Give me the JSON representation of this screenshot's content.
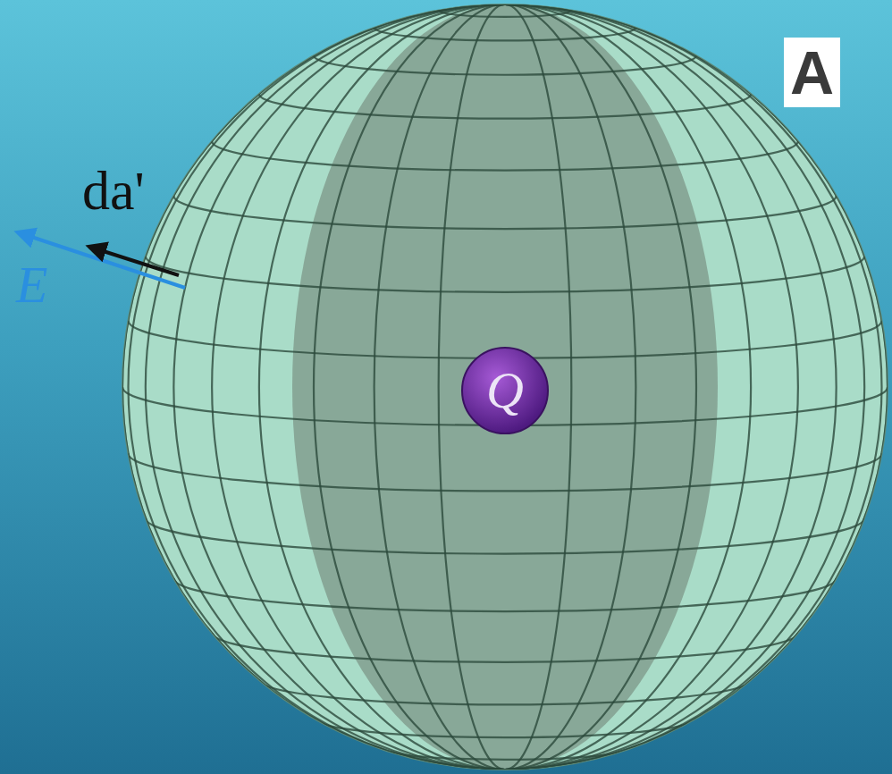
{
  "diagram": {
    "nodes": [
      {
        "text": [
          "Q"
        ]
      },
      {
        "text": [
          "A"
        ]
      }
    ],
    "labels": [
      "da'",
      "E"
    ]
  }
}
